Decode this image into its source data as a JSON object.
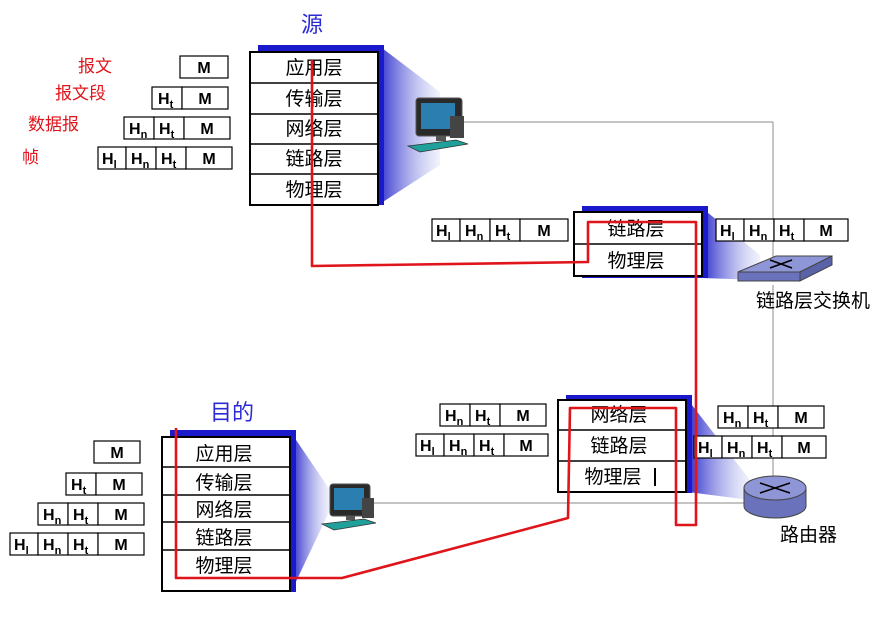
{
  "titles": {
    "source": "源",
    "destination": "目的"
  },
  "message_labels": [
    "报文",
    "报文段",
    "数据报",
    "帧"
  ],
  "stack_layers": [
    "应用层",
    "传输层",
    "网络层",
    "链路层",
    "物理层"
  ],
  "switch_layers": [
    "链路层",
    "物理层"
  ],
  "router_layers": [
    "网络层",
    "链路层",
    "物理层"
  ],
  "headers": {
    "M": "M",
    "Ht": "H",
    "Hn": "H",
    "Hl": "H",
    "sub_t": "t",
    "sub_n": "n",
    "sub_l": "l"
  },
  "devices": {
    "switch": "链路层交换机",
    "router": "路由器"
  },
  "colors": {
    "path": "#e0141b",
    "shadow": "#1a1acc",
    "title": "#2b2bd6",
    "label": "#e0141b"
  }
}
